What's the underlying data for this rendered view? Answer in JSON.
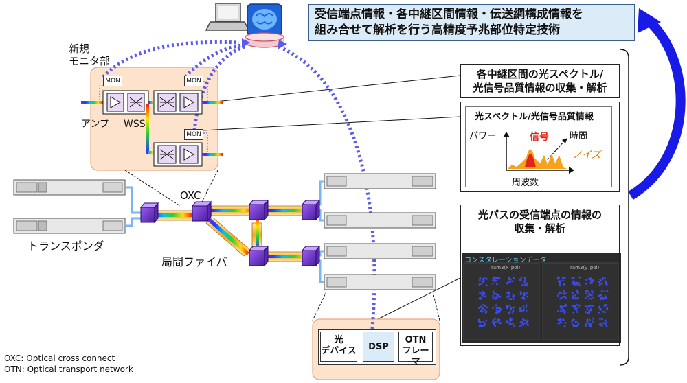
{
  "title": {
    "line1": "受信端点情報・各中継区間情報・伝送網構成情報を",
    "line2": "組み合せて解析を行う高精度予兆部位特定技術"
  },
  "labels": {
    "new_monitor_line1": "新規",
    "new_monitor_line2": "モニタ部",
    "mon": "MON",
    "amp": "アンプ",
    "wss": "WSS",
    "oxc": "OXC",
    "transponder": "トランスポンダ",
    "fiber": "局間ファイバ"
  },
  "callout_relay": {
    "line1": "各中継区間の光スペクトル/",
    "line2": "光信号品質情報の収集・解析"
  },
  "spectrum_panel": {
    "title": "光スペクトル/光信号品質情報",
    "power": "パワー",
    "signal": "信号",
    "time": "時間",
    "noise": "ノイズ",
    "frequency": "周波数"
  },
  "callout_receiver": {
    "line1": "光パスの受信端点の情報の",
    "line2": "収集・解析"
  },
  "constellation": {
    "title": "コンスタレーションデータ",
    "left_label": "ram3(x_pol)",
    "right_label": "ram3(y_pol)"
  },
  "device_box": {
    "optical_line1": "光",
    "optical_line2": "デバイス",
    "dsp": "DSP",
    "otn_line1": "OTN",
    "otn_line2": "フレーマ"
  },
  "legend": {
    "oxc": "OXC: Optical cross connect",
    "otn": "OTN: Optical transport network"
  },
  "colors": {
    "orange_panel": "#fde3cc",
    "blue_arrow": "#1a1ae6",
    "dotted_blue": "#5a5af0",
    "title_bg": "#dcebf8"
  }
}
